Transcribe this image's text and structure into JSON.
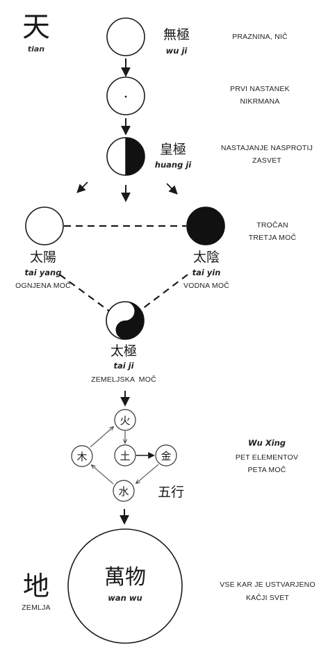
{
  "left": {
    "heaven_char": "天",
    "heaven_roman": "tian",
    "earth_char": "地",
    "earth_label": "ZEMLJA"
  },
  "stages": {
    "wuji": {
      "chars": "無極",
      "roman": "wu ji",
      "desc": "PRAZNINA, NIČ"
    },
    "first": {
      "desc_line1": "PRVI NASTANEK",
      "desc_line2": "NIKRMANA"
    },
    "huangji": {
      "chars": "皇極",
      "roman": "huang ji",
      "desc_line1": "NASTAJANJE NASPROTIJ",
      "desc_line2": "ZASVET"
    },
    "triad": {
      "desc_line1": "TROČAN",
      "desc_line2": "TRETJA MOČ"
    },
    "taiyang": {
      "chars": "太陽",
      "roman": "tai yang",
      "label": "OGNJENA MOČ"
    },
    "taiyin": {
      "chars": "太陰",
      "roman": "tai yin",
      "label": "VODNA MOČ"
    },
    "taiji": {
      "chars": "太極",
      "roman": "tai ji",
      "label": "ZEMELJSKA  MOČ"
    },
    "wuxing": {
      "fire": "火",
      "earth": "土",
      "wood": "木",
      "metal": "金",
      "water": "水",
      "name_chars": "五行",
      "title": "Wu Xing",
      "desc_line1": "PET ELEMENTOV",
      "desc_line2": "PETA MOČ"
    },
    "wanwu": {
      "chars": "萬物",
      "roman": "wan wu",
      "desc_line1": "VSE KAR JE USTVARJENO",
      "desc_line2": "KAČJI SVET"
    }
  }
}
